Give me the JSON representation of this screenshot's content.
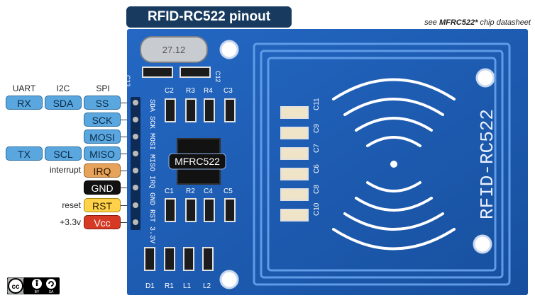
{
  "title": "RFID-RC522 pinout",
  "note_prefix": "see ",
  "note_bold": "MFRC522*",
  "note_suffix": " chip datasheet",
  "protocols": {
    "uart": "UART",
    "i2c": "I2C",
    "spi": "SPI"
  },
  "pins": [
    {
      "uart": "RX",
      "i2c": "SDA",
      "spi": "SS",
      "color": "#5aa7e0"
    },
    {
      "spi": "SCK",
      "color": "#5aa7e0"
    },
    {
      "spi": "MOSI",
      "color": "#5aa7e0"
    },
    {
      "uart": "TX",
      "i2c": "SCL",
      "spi": "MISO",
      "color": "#5aa7e0"
    },
    {
      "side": "interrupt",
      "spi": "IRQ",
      "color": "#e7a35a"
    },
    {
      "spi": "GND",
      "color": "#111111"
    },
    {
      "side": "reset",
      "spi": "RST",
      "color": "#ffd24a"
    },
    {
      "side": "+3.3v",
      "spi": "Vcc",
      "color": "#d63a25"
    }
  ],
  "board": {
    "chip_label": "MFRC522",
    "crystal_label": "27.12",
    "antenna_label": "RFID-RC522",
    "header_labels": "SDA SCK MOSI MISO IRQ GND RST 3.3V",
    "components_top": [
      "C2",
      "R3",
      "R4",
      "C3"
    ],
    "components_mid": [
      "C1",
      "R2",
      "C4",
      "C5"
    ],
    "components_bottom": [
      "D1",
      "R1",
      "L1",
      "L2"
    ],
    "cap_left": "C13",
    "cap_right": "C12",
    "cap_column": [
      "C11",
      "C9",
      "C7",
      "C6",
      "C8",
      "C10"
    ]
  },
  "license": {
    "by": "BY",
    "sa": "SA"
  },
  "colors": {
    "board": "#1f5fb8",
    "board_dark": "#174e9c",
    "trace": "#6aa5f0",
    "title_bg": "#173a5e"
  }
}
